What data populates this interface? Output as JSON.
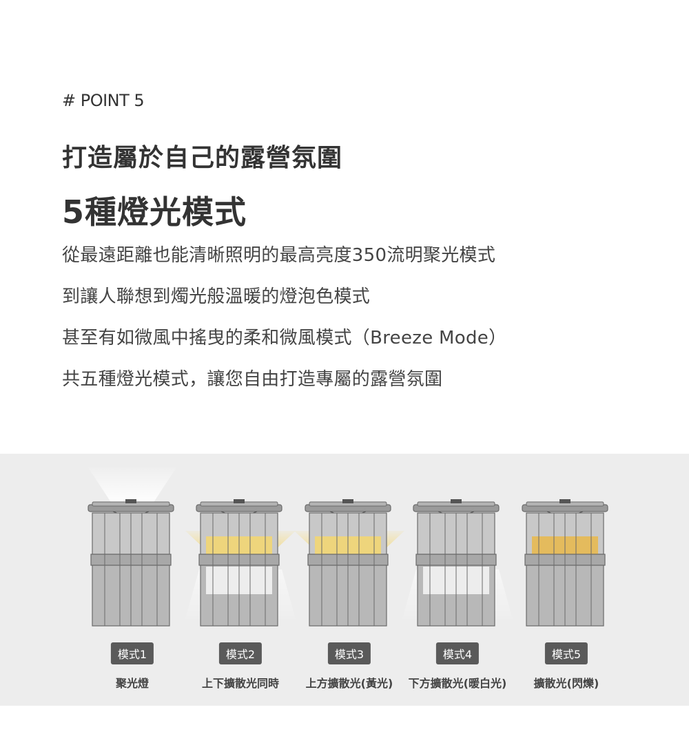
{
  "header": {
    "point_tag": "# POINT 5",
    "headline": "打造屬於自己的露營氛圍",
    "subhead": "5種燈光模式"
  },
  "body_lines": [
    "從最遠距離也能清晰照明的最高亮度350流明聚光模式",
    "到讓人聯想到燭光般溫暖的燈泡色模式",
    "甚至有如微風中搖曳的柔和微風模式（Breeze Mode）",
    "共五種燈光模式，讓您自由打造專屬的露營氛圍"
  ],
  "modes": [
    {
      "badge": "模式1",
      "caption": "聚光燈",
      "light": "spot"
    },
    {
      "badge": "模式2",
      "caption": "上下擴散光同時",
      "light": "both"
    },
    {
      "badge": "模式3",
      "caption": "上方擴散光(黃光)",
      "light": "upper-yellow"
    },
    {
      "badge": "模式4",
      "caption": "下方擴散光(暖白光)",
      "light": "lower-white"
    },
    {
      "badge": "模式5",
      "caption": "擴散光(閃爍)",
      "light": "flicker-amber"
    }
  ],
  "colors": {
    "panel_bg": "#ededed",
    "badge_bg": "#5a5a5a",
    "yellow_glow": "#f5d76e",
    "amber_glow": "#e9b94a"
  }
}
